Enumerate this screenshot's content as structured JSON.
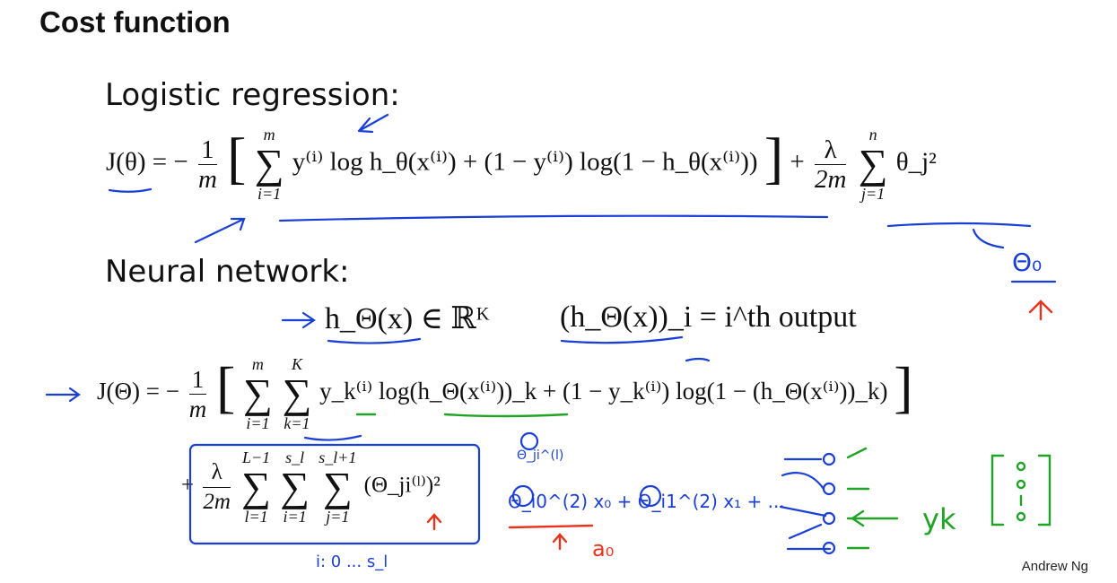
{
  "title": "Cost function",
  "sections": {
    "logistic_heading": "Logistic regression:",
    "neural_heading": "Neural network:"
  },
  "formulas": {
    "lr_lhs": "J(θ) = −",
    "lr_frac_num": "1",
    "lr_frac_den": "m",
    "lr_sum_upper": "m",
    "lr_sum_lower": "i=1",
    "lr_body": "y⁽ⁱ⁾ log h_θ(x⁽ⁱ⁾) + (1 − y⁽ⁱ⁾) log(1 − h_θ(x⁽ⁱ⁾))",
    "lr_reg_num": "λ",
    "lr_reg_den": "2m",
    "lr_reg_upper": "n",
    "lr_reg_lower": "j=1",
    "lr_reg_term": "θ_j²",
    "nn_hypothesis": "h_Θ(x) ∈ ℝᴷ",
    "nn_output": "(h_Θ(x))_i = i^th output",
    "nn_lhs": "J(Θ) = −",
    "nn_frac_num": "1",
    "nn_frac_den": "m",
    "nn_sum1_upper": "m",
    "nn_sum1_lower": "i=1",
    "nn_sum2_upper": "K",
    "nn_sum2_lower": "k=1",
    "nn_body": "y_k⁽ⁱ⁾ log(h_Θ(x⁽ⁱ⁾))_k + (1 − y_k⁽ⁱ⁾) log(1 − (h_Θ(x⁽ⁱ⁾))_k)",
    "nn_reg_plus": "+",
    "nn_reg_num": "λ",
    "nn_reg_den": "2m",
    "nn_reg_s1_upper": "L−1",
    "nn_reg_s1_lower": "l=1",
    "nn_reg_s2_upper": "s_l",
    "nn_reg_s2_lower": "i=1",
    "nn_reg_s3_upper": "s_l+1",
    "nn_reg_s3_lower": "j=1",
    "nn_reg_term": "(Θ_ji⁽ˡ⁾)²"
  },
  "annotations": {
    "theta0": "Θ₀",
    "theta_ji_l": "Θ_ji^(l)",
    "bias_expansion": "Θ_i0^(2) x₀ + Θ_i1^(2) x₁ + ...",
    "a0": "a₀",
    "i_range": "i: 0 ... s_l",
    "yk": "yk"
  },
  "footer": {
    "author": "Andrew Ng"
  },
  "colors": {
    "blue_ink": "#1a3fd6",
    "red_ink": "#e8331c",
    "green_ink": "#21a326",
    "text": "#111111"
  }
}
